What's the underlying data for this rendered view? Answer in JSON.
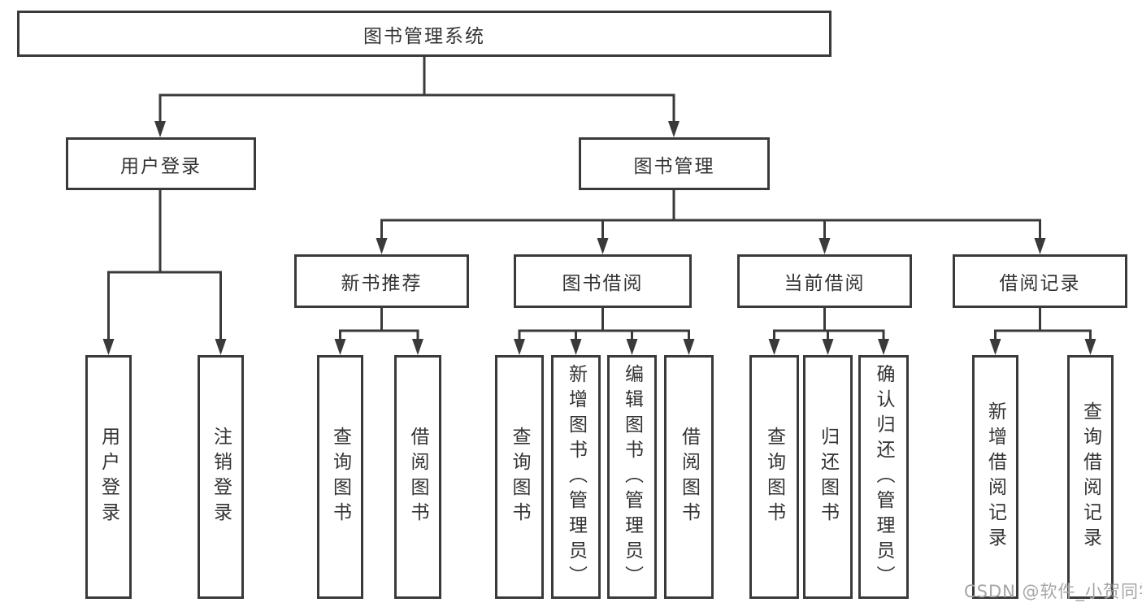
{
  "diagram": {
    "root": {
      "label": "图书管理系统"
    },
    "branches": [
      {
        "label": "用户登录",
        "children": [
          {
            "label": "用户登录"
          },
          {
            "label": "注销登录"
          }
        ]
      },
      {
        "label": "图书管理",
        "sections": [
          {
            "label": "新书推荐",
            "children": [
              {
                "label": "查询图书"
              },
              {
                "label": "借阅图书"
              }
            ]
          },
          {
            "label": "图书借阅",
            "children": [
              {
                "label": "查询图书"
              },
              {
                "label": "新增图书（管理员）"
              },
              {
                "label": "编辑图书（管理员）"
              },
              {
                "label": "借阅图书"
              }
            ]
          },
          {
            "label": "当前借阅",
            "children": [
              {
                "label": "查询图书"
              },
              {
                "label": "归还图书"
              },
              {
                "label": "确认归还（管理员）"
              }
            ]
          },
          {
            "label": "借阅记录",
            "children": [
              {
                "label": "新增借阅记录"
              },
              {
                "label": "查询借阅记录"
              }
            ]
          }
        ]
      }
    ]
  },
  "watermark": {
    "text": "CSDN @软件_小贺同学"
  },
  "colors": {
    "line": "#3a3a3a",
    "text": "#333333",
    "watermark": "#a6a6a6",
    "background": "#ffffff"
  }
}
